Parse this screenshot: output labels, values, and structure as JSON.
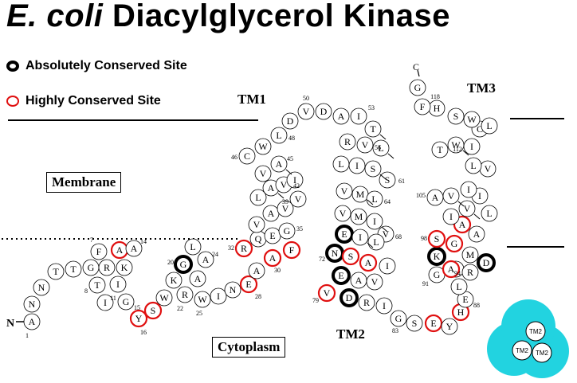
{
  "title": {
    "italic": "E. coli",
    "rest": "Diacylglycerol Kinase"
  },
  "legend": {
    "absolute": "Absolutely Conserved Site",
    "high": "Highly Conserved Site"
  },
  "labels": {
    "membrane": "Membrane",
    "cytoplasm": "Cytoplasm",
    "tm1": "TM1",
    "tm2": "TM2",
    "tm3": "TM3",
    "n_term": "N",
    "c_term": "C",
    "trimer_unit": "TM2"
  },
  "colors": {
    "absolute": "#000000",
    "high": "#e01010",
    "normal": "#000000",
    "trimer": "#22d3e0"
  },
  "residues": [
    {
      "aa": "A",
      "c": "n"
    },
    {
      "aa": "N",
      "c": "n"
    },
    {
      "aa": "N",
      "c": "n"
    },
    {
      "aa": "T",
      "c": "n"
    },
    {
      "aa": "T",
      "c": "n"
    },
    {
      "aa": "G",
      "c": "n"
    },
    {
      "aa": "F",
      "c": "n"
    },
    {
      "aa": "T",
      "c": "n"
    },
    {
      "aa": "R",
      "c": "n"
    },
    {
      "aa": "I",
      "c": "n"
    },
    {
      "aa": "I",
      "c": "n"
    },
    {
      "aa": "K",
      "c": "n"
    },
    {
      "aa": "A",
      "c": "h"
    },
    {
      "aa": "A",
      "c": "n"
    },
    {
      "aa": "G",
      "c": "n"
    },
    {
      "aa": "Y",
      "c": "h"
    },
    {
      "aa": "S",
      "c": "h"
    },
    {
      "aa": "W",
      "c": "n"
    },
    {
      "aa": "K",
      "c": "n"
    },
    {
      "aa": "G",
      "c": "a"
    },
    {
      "aa": "L",
      "c": "n"
    },
    {
      "aa": "R",
      "c": "n"
    },
    {
      "aa": "A",
      "c": "n"
    },
    {
      "aa": "A",
      "c": "n"
    },
    {
      "aa": "W",
      "c": "n"
    },
    {
      "aa": "I",
      "c": "n"
    },
    {
      "aa": "N",
      "c": "n"
    },
    {
      "aa": "E",
      "c": "h"
    },
    {
      "aa": "A",
      "c": "n"
    },
    {
      "aa": "A",
      "c": "h"
    },
    {
      "aa": "F",
      "c": "h"
    },
    {
      "aa": "R",
      "c": "h"
    },
    {
      "aa": "Q",
      "c": "n"
    },
    {
      "aa": "E",
      "c": "n"
    },
    {
      "aa": "G",
      "c": "n"
    },
    {
      "aa": "V",
      "c": "n"
    },
    {
      "aa": "A",
      "c": "n"
    },
    {
      "aa": "V",
      "c": "n"
    },
    {
      "aa": "V",
      "c": "n"
    },
    {
      "aa": "L",
      "c": "n"
    },
    {
      "aa": "A",
      "c": "n"
    },
    {
      "aa": "V",
      "c": "n"
    },
    {
      "aa": "I",
      "c": "n"
    },
    {
      "aa": "V",
      "c": "n"
    },
    {
      "aa": "A",
      "c": "n"
    },
    {
      "aa": "C",
      "c": "n"
    },
    {
      "aa": "W",
      "c": "n"
    },
    {
      "aa": "L",
      "c": "n"
    },
    {
      "aa": "D",
      "c": "n"
    },
    {
      "aa": "V",
      "c": "n"
    },
    {
      "aa": "D",
      "c": "n"
    },
    {
      "aa": "A",
      "c": "n"
    },
    {
      "aa": "I",
      "c": "n"
    },
    {
      "aa": "T",
      "c": "n"
    },
    {
      "aa": "R",
      "c": "n"
    },
    {
      "aa": "V",
      "c": "n"
    },
    {
      "aa": "L",
      "c": "n"
    },
    {
      "aa": "L",
      "c": "n"
    },
    {
      "aa": "I",
      "c": "n"
    },
    {
      "aa": "S",
      "c": "n"
    },
    {
      "aa": "S",
      "c": "n"
    },
    {
      "aa": "V",
      "c": "n"
    },
    {
      "aa": "M",
      "c": "n"
    },
    {
      "aa": "L",
      "c": "n"
    },
    {
      "aa": "V",
      "c": "n"
    },
    {
      "aa": "M",
      "c": "n"
    },
    {
      "aa": "I",
      "c": "n"
    },
    {
      "aa": "V",
      "c": "n"
    },
    {
      "aa": "E",
      "c": "a"
    },
    {
      "aa": "I",
      "c": "n"
    },
    {
      "aa": "L",
      "c": "n"
    },
    {
      "aa": "N",
      "c": "a"
    },
    {
      "aa": "S",
      "c": "h"
    },
    {
      "aa": "A",
      "c": "h"
    },
    {
      "aa": "I",
      "c": "n"
    },
    {
      "aa": "E",
      "c": "a"
    },
    {
      "aa": "A",
      "c": "n"
    },
    {
      "aa": "V",
      "c": "n"
    },
    {
      "aa": "V",
      "c": "h"
    },
    {
      "aa": "D",
      "c": "a"
    },
    {
      "aa": "R",
      "c": "n"
    },
    {
      "aa": "I",
      "c": "n"
    },
    {
      "aa": "G",
      "c": "n"
    },
    {
      "aa": "S",
      "c": "n"
    },
    {
      "aa": "E",
      "c": "h"
    },
    {
      "aa": "Y",
      "c": "n"
    },
    {
      "aa": "H",
      "c": "h"
    },
    {
      "aa": "E",
      "c": "n"
    },
    {
      "aa": "L",
      "c": "n"
    },
    {
      "aa": "S",
      "c": "n"
    },
    {
      "aa": "G",
      "c": "n"
    },
    {
      "aa": "K",
      "c": "a"
    },
    {
      "aa": "A",
      "c": "h"
    },
    {
      "aa": "R",
      "c": "n"
    },
    {
      "aa": "D",
      "c": "a"
    },
    {
      "aa": "M",
      "c": "n"
    },
    {
      "aa": "G",
      "c": "h"
    },
    {
      "aa": "S",
      "c": "h"
    },
    {
      "aa": "A",
      "c": "n"
    },
    {
      "aa": "A",
      "c": "h"
    },
    {
      "aa": "L",
      "c": "n"
    },
    {
      "aa": "I",
      "c": "n"
    },
    {
      "aa": "V",
      "c": "n"
    },
    {
      "aa": "I",
      "c": "n"
    },
    {
      "aa": "A",
      "c": "n"
    },
    {
      "aa": "V",
      "c": "n"
    },
    {
      "aa": "I",
      "c": "n"
    },
    {
      "aa": "V",
      "c": "n"
    },
    {
      "aa": "T",
      "c": "n"
    },
    {
      "aa": "W",
      "c": "n"
    },
    {
      "aa": "L",
      "c": "n"
    },
    {
      "aa": "I",
      "c": "n"
    },
    {
      "aa": "C",
      "c": "n"
    },
    {
      "aa": "L",
      "c": "n"
    },
    {
      "aa": "W",
      "c": "n"
    },
    {
      "aa": "S",
      "c": "n"
    },
    {
      "aa": "H",
      "c": "n"
    },
    {
      "aa": "F",
      "c": "n"
    },
    {
      "aa": "G",
      "c": "n"
    }
  ],
  "residue_numbers": [
    {
      "n": "1",
      "r": 1
    },
    {
      "n": "7",
      "r": 7
    },
    {
      "n": "8",
      "r": 8
    },
    {
      "n": "11",
      "r": 11
    },
    {
      "n": "14",
      "r": 14
    },
    {
      "n": "15",
      "r": 15
    },
    {
      "n": "16",
      "r": 16
    },
    {
      "n": "20",
      "r": 20
    },
    {
      "n": "22",
      "r": 22
    },
    {
      "n": "24",
      "r": 24
    },
    {
      "n": "25",
      "r": 25
    },
    {
      "n": "28",
      "r": 28
    },
    {
      "n": "30",
      "r": 30
    },
    {
      "n": "32",
      "r": 32
    },
    {
      "n": "35",
      "r": 35
    },
    {
      "n": "39",
      "r": 39
    },
    {
      "n": "42",
      "r": 42
    },
    {
      "n": "45",
      "r": 45
    },
    {
      "n": "46",
      "r": 46
    },
    {
      "n": "48",
      "r": 48
    },
    {
      "n": "50",
      "r": 50
    },
    {
      "n": "53",
      "r": 53
    },
    {
      "n": "56",
      "r": 56
    },
    {
      "n": "61",
      "r": 61
    },
    {
      "n": "64",
      "r": 64
    },
    {
      "n": "68",
      "r": 68
    },
    {
      "n": "72",
      "r": 72
    },
    {
      "n": "79",
      "r": 79
    },
    {
      "n": "83",
      "r": 83
    },
    {
      "n": "88",
      "r": 88
    },
    {
      "n": "91",
      "r": 91
    },
    {
      "n": "94",
      "r": 94
    },
    {
      "n": "98",
      "r": 98
    },
    {
      "n": "105",
      "r": 105
    },
    {
      "n": "112",
      "r": 112
    },
    {
      "n": "118",
      "r": 118
    },
    {
      "n": "121",
      "r": 121
    }
  ]
}
